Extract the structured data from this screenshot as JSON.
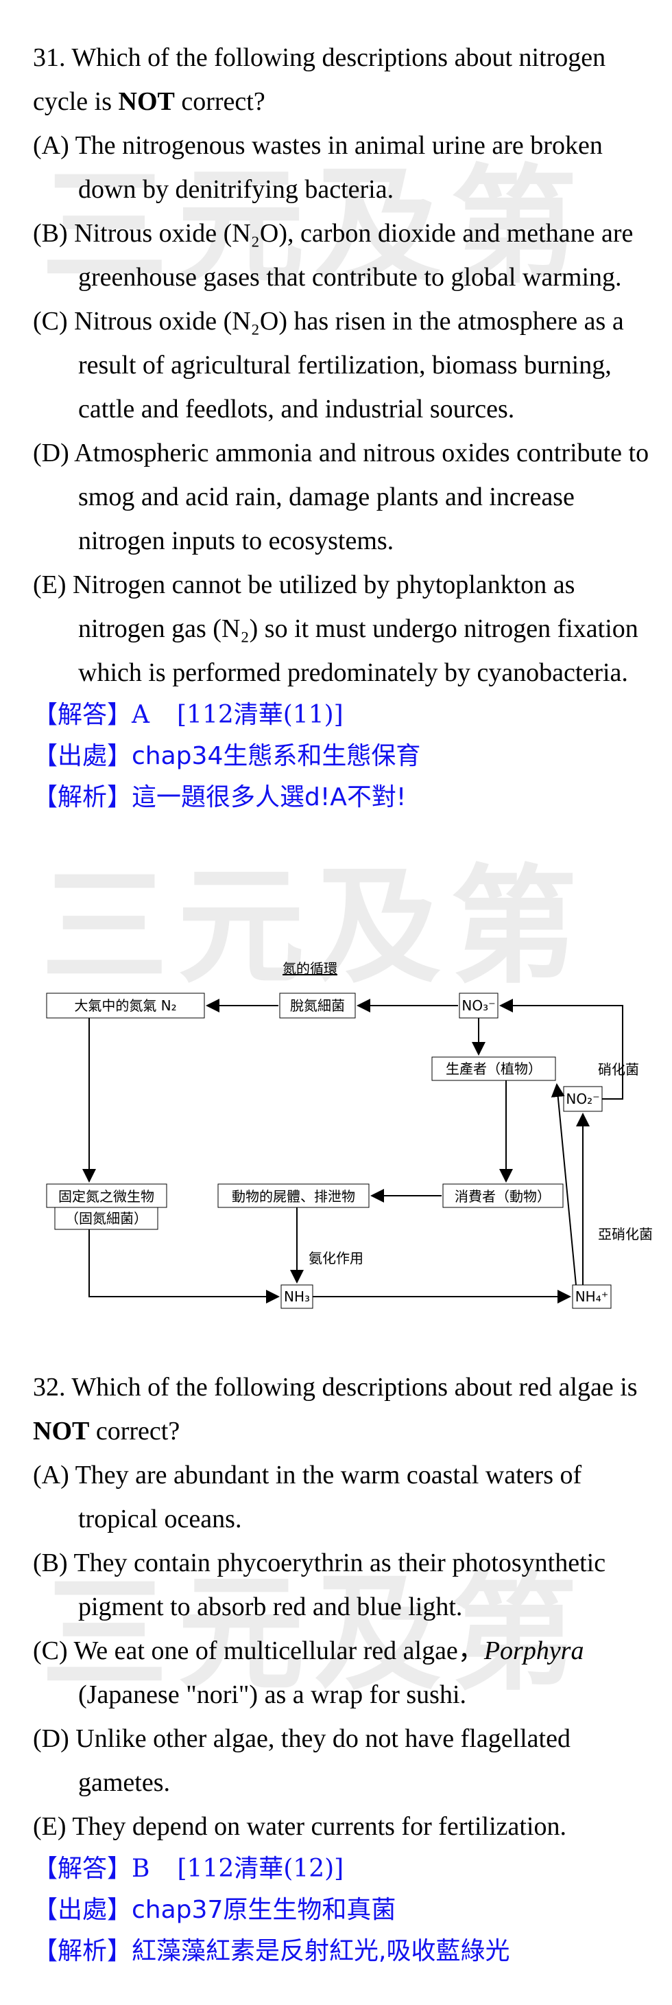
{
  "watermark": "三元及第",
  "q31": {
    "stem_pre": "31. Which of the following descriptions about nitrogen cycle is ",
    "stem_bold": "NOT",
    "stem_post": " correct?",
    "options": [
      "(A) The nitrogenous wastes in animal urine are broken down by denitrifying bacteria.",
      "(B) Nitrous oxide (N₂O), carbon dioxide and methane are greenhouse gases that contribute to global warming.",
      "(C) Nitrous oxide (N₂O) has risen in the atmosphere as a result of agricultural fertilization, biomass burning, cattle and feedlots, and industrial sources.",
      "(D) Atmospheric ammonia and nitrous oxides contribute to smog and acid rain, damage plants and increase nitrogen inputs to ecosystems.",
      "(E) Nitrogen cannot be utilized by phytoplankton as nitrogen gas (N₂) so it must undergo nitrogen fixation which is performed predominately by cyanobacteria."
    ],
    "answer_label": "【解答】",
    "answer": "A",
    "answer_source": "[112清華(11)]",
    "source_label": "【出處】",
    "source": "chap34生態系和生態保育",
    "explain_label": "【解析】",
    "explain": "這一題很多人選d!A不對!"
  },
  "diagram": {
    "title": "氮的循環",
    "atm_n2": "大氣中的氮氣 N₂",
    "denitrify": "脫氮細菌",
    "no3": "NO₃⁻",
    "producer": "生產者（植物）",
    "nitrifier": "硝化菌",
    "no2": "NO₂⁻",
    "fixer_line1": "固定氮之微生物",
    "fixer_line2": "（固氮細菌）",
    "remains": "動物的屍體、排泄物",
    "consumer": "消費者（動物）",
    "nitrite_bac": "亞硝化菌",
    "ammonification": "氨化作用",
    "nh3": "NH₃",
    "nh4": "NH₄⁺"
  },
  "q32": {
    "stem_pre": "32. Which of the following descriptions about red algae is ",
    "stem_bold": "NOT",
    "stem_post": " correct?",
    "options": [
      "(A) They are abundant in the warm coastal waters of tropical oceans.",
      "(B) They contain phycoerythrin as their photosynthetic pigment to absorb red and blue light.",
      "(C) We eat one of multicellular red algae，",
      "(D) Unlike other algae, they do not have flagellated gametes.",
      "(E) They depend on water currents for fertilization."
    ],
    "option_c_italic": "Porphyra",
    "option_c_tail": " (Japanese \"nori\") as a wrap for sushi.",
    "answer_label": "【解答】",
    "answer": "B",
    "answer_source": "[112清華(12)]",
    "source_label": "【出處】",
    "source": "chap37原生生物和真菌",
    "explain_label": "【解析】",
    "explain": "紅藻藻紅素是反射紅光,吸收藍綠光"
  }
}
